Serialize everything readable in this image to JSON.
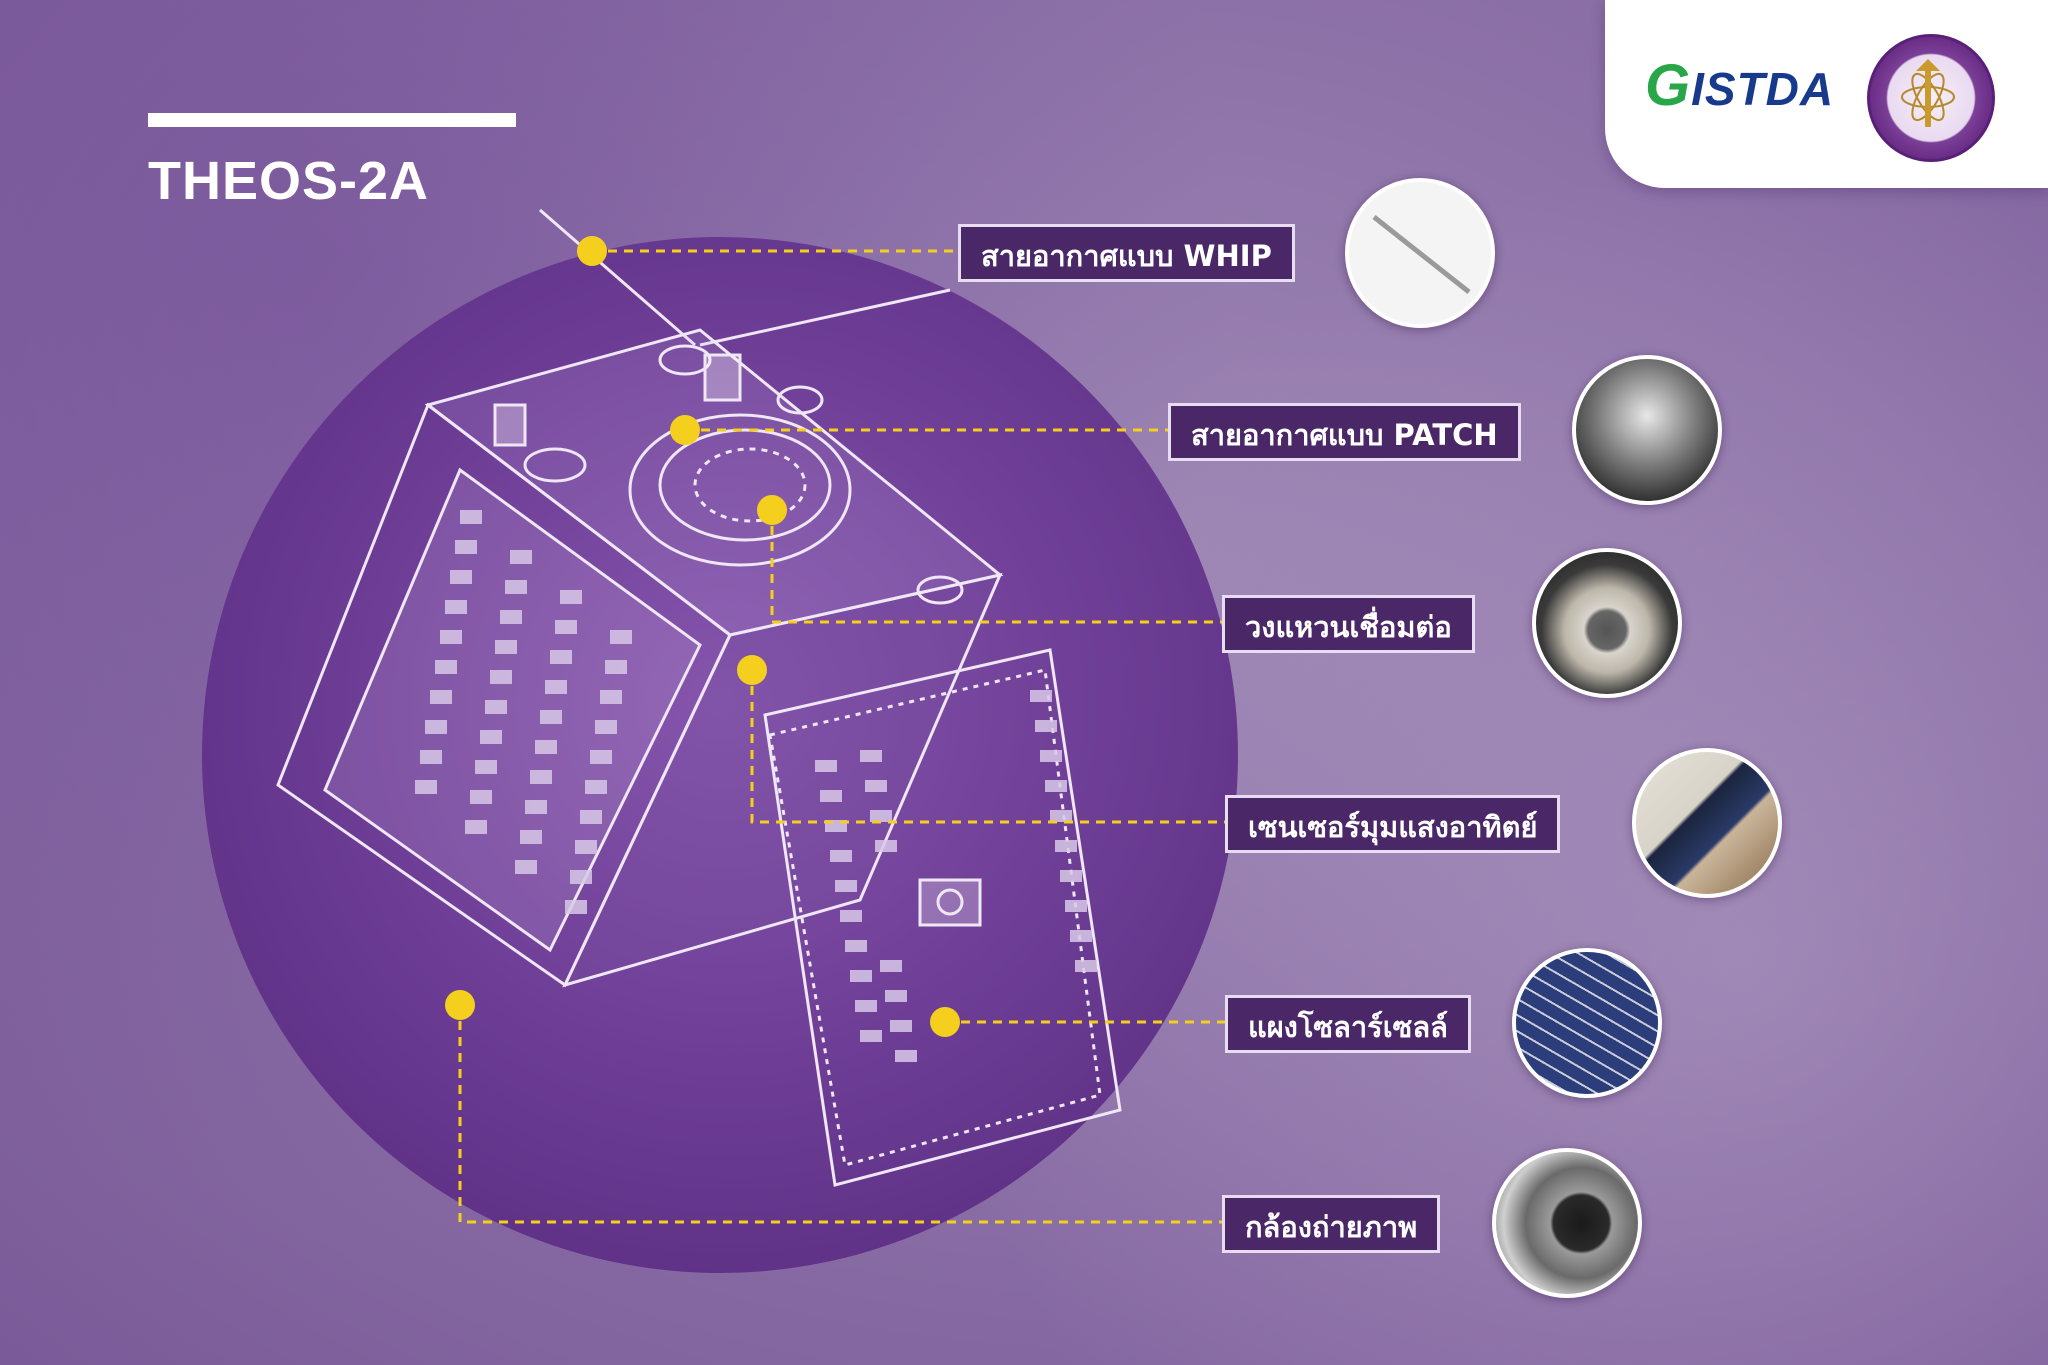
{
  "header": {
    "title": "THEOS-2A",
    "org_logo_text": "GISTDA"
  },
  "components": [
    {
      "label": "สายอากาศแบบ WHIP",
      "icon": "whip-antenna-photo"
    },
    {
      "label": "สายอากาศแบบ PATCH",
      "icon": "patch-antenna-photo"
    },
    {
      "label": "วงแหวนเชื่อมต่อ",
      "icon": "docking-ring-photo"
    },
    {
      "label": "เซนเซอร์มุมแสงอาทิตย์",
      "icon": "sun-sensor-photo"
    },
    {
      "label": "แผงโซลาร์เซลล์",
      "icon": "solar-panel-photo"
    },
    {
      "label": "กล้องถ่ายภาพ",
      "icon": "camera-photo"
    }
  ],
  "colors": {
    "accent_dot": "#f5cf1e",
    "label_bg": "#4a2868",
    "circle": "#6b3a94"
  }
}
